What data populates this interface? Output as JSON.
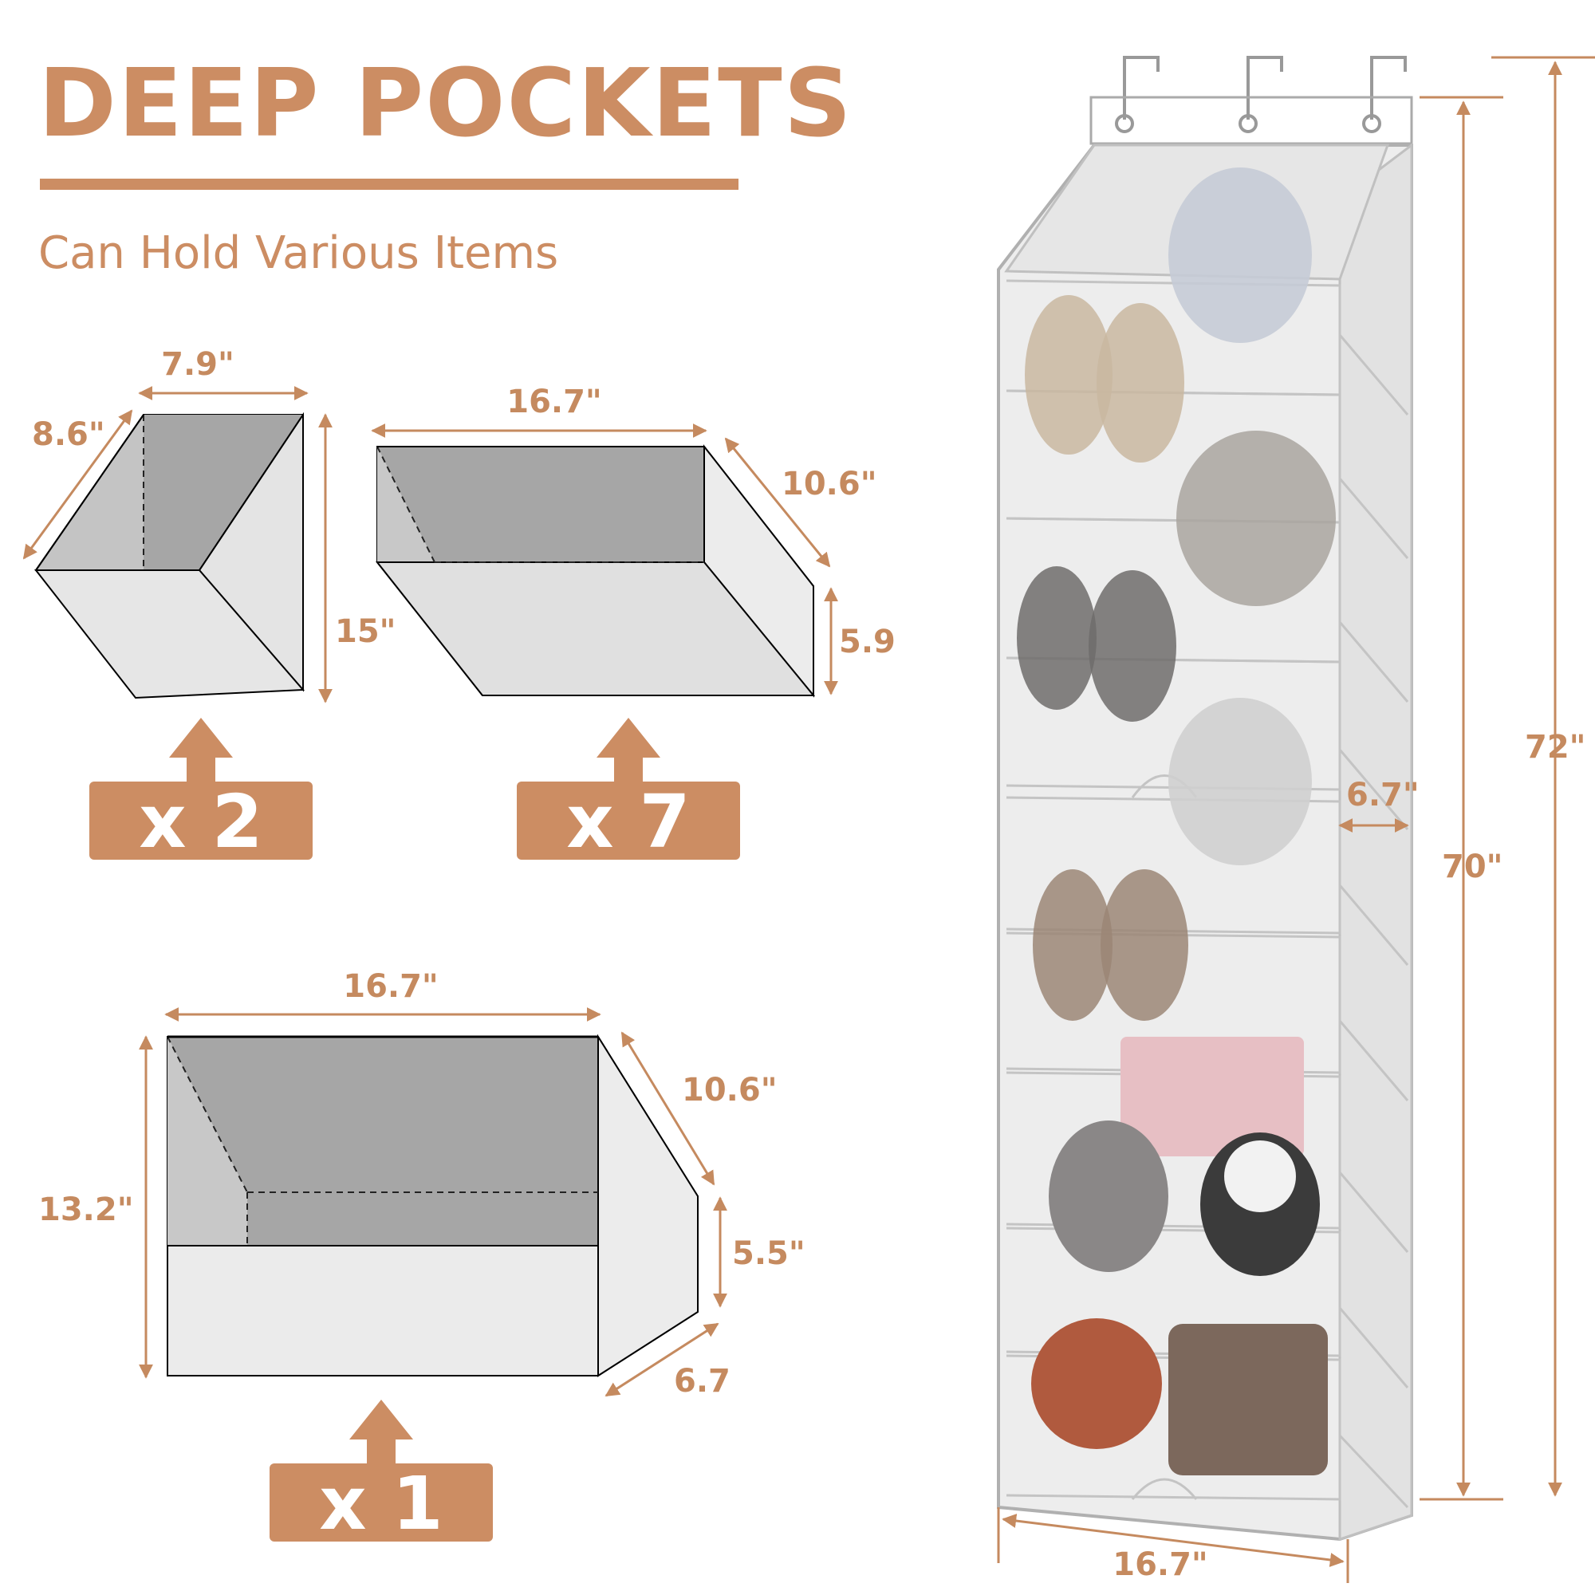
{
  "header": {
    "title": "DEEP POCKETS",
    "subtitle": "Can Hold Various Items"
  },
  "pockets": [
    {
      "width": "7.9\"",
      "depth": "8.6\"",
      "height": "15\"",
      "quantity": "x 2"
    },
    {
      "width": "16.7\"",
      "depth": "10.6\"",
      "height": "5.9",
      "quantity": "x 7"
    },
    {
      "width": "16.7\"",
      "depth_top": "10.6\"",
      "height_total": "13.2\"",
      "height_front": "5.5\"",
      "depth_bottom": "6.7",
      "quantity": "x 1"
    }
  ],
  "organizer": {
    "width": "16.7\"",
    "depth": "6.7\"",
    "height_body": "70\"",
    "height_total": "72\""
  },
  "colors": {
    "accent": "#cc8d63",
    "pocket_back": "#a6a6a6",
    "pocket_side": "#d4d4d4",
    "pocket_front": "#e8e8e8"
  }
}
